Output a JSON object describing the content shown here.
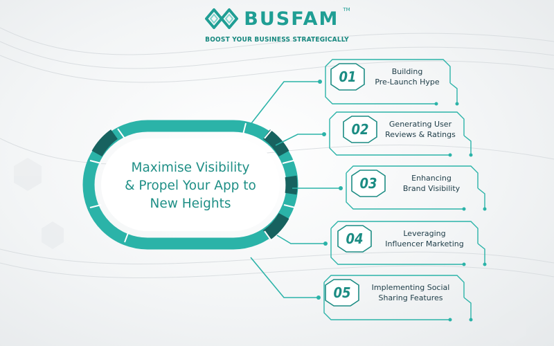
{
  "brand": {
    "name": "BUSFAM",
    "trademark": "TM",
    "tagline": "BOOST YOUR BUSINESS STRATEGICALLY",
    "color": "#1f9e94"
  },
  "center": {
    "title_lines": [
      "Maximise Visibility",
      "& Propel Your App to",
      "New Heights"
    ]
  },
  "steps": [
    {
      "number": "01",
      "line1": "Building",
      "line2": "Pre-Launch Hype"
    },
    {
      "number": "02",
      "line1": "Generating User",
      "line2": "Reviews & Ratings"
    },
    {
      "number": "03",
      "line1": "Enhancing",
      "line2": "Brand Visibility"
    },
    {
      "number": "04",
      "line1": "Leveraging",
      "line2": "Influencer Marketing"
    },
    {
      "number": "05",
      "line1": "Implementing Social",
      "line2": "Sharing Features"
    }
  ],
  "colors": {
    "accent": "#2bb3a8",
    "accent_dark": "#17625f",
    "text": "#1c3b46"
  }
}
